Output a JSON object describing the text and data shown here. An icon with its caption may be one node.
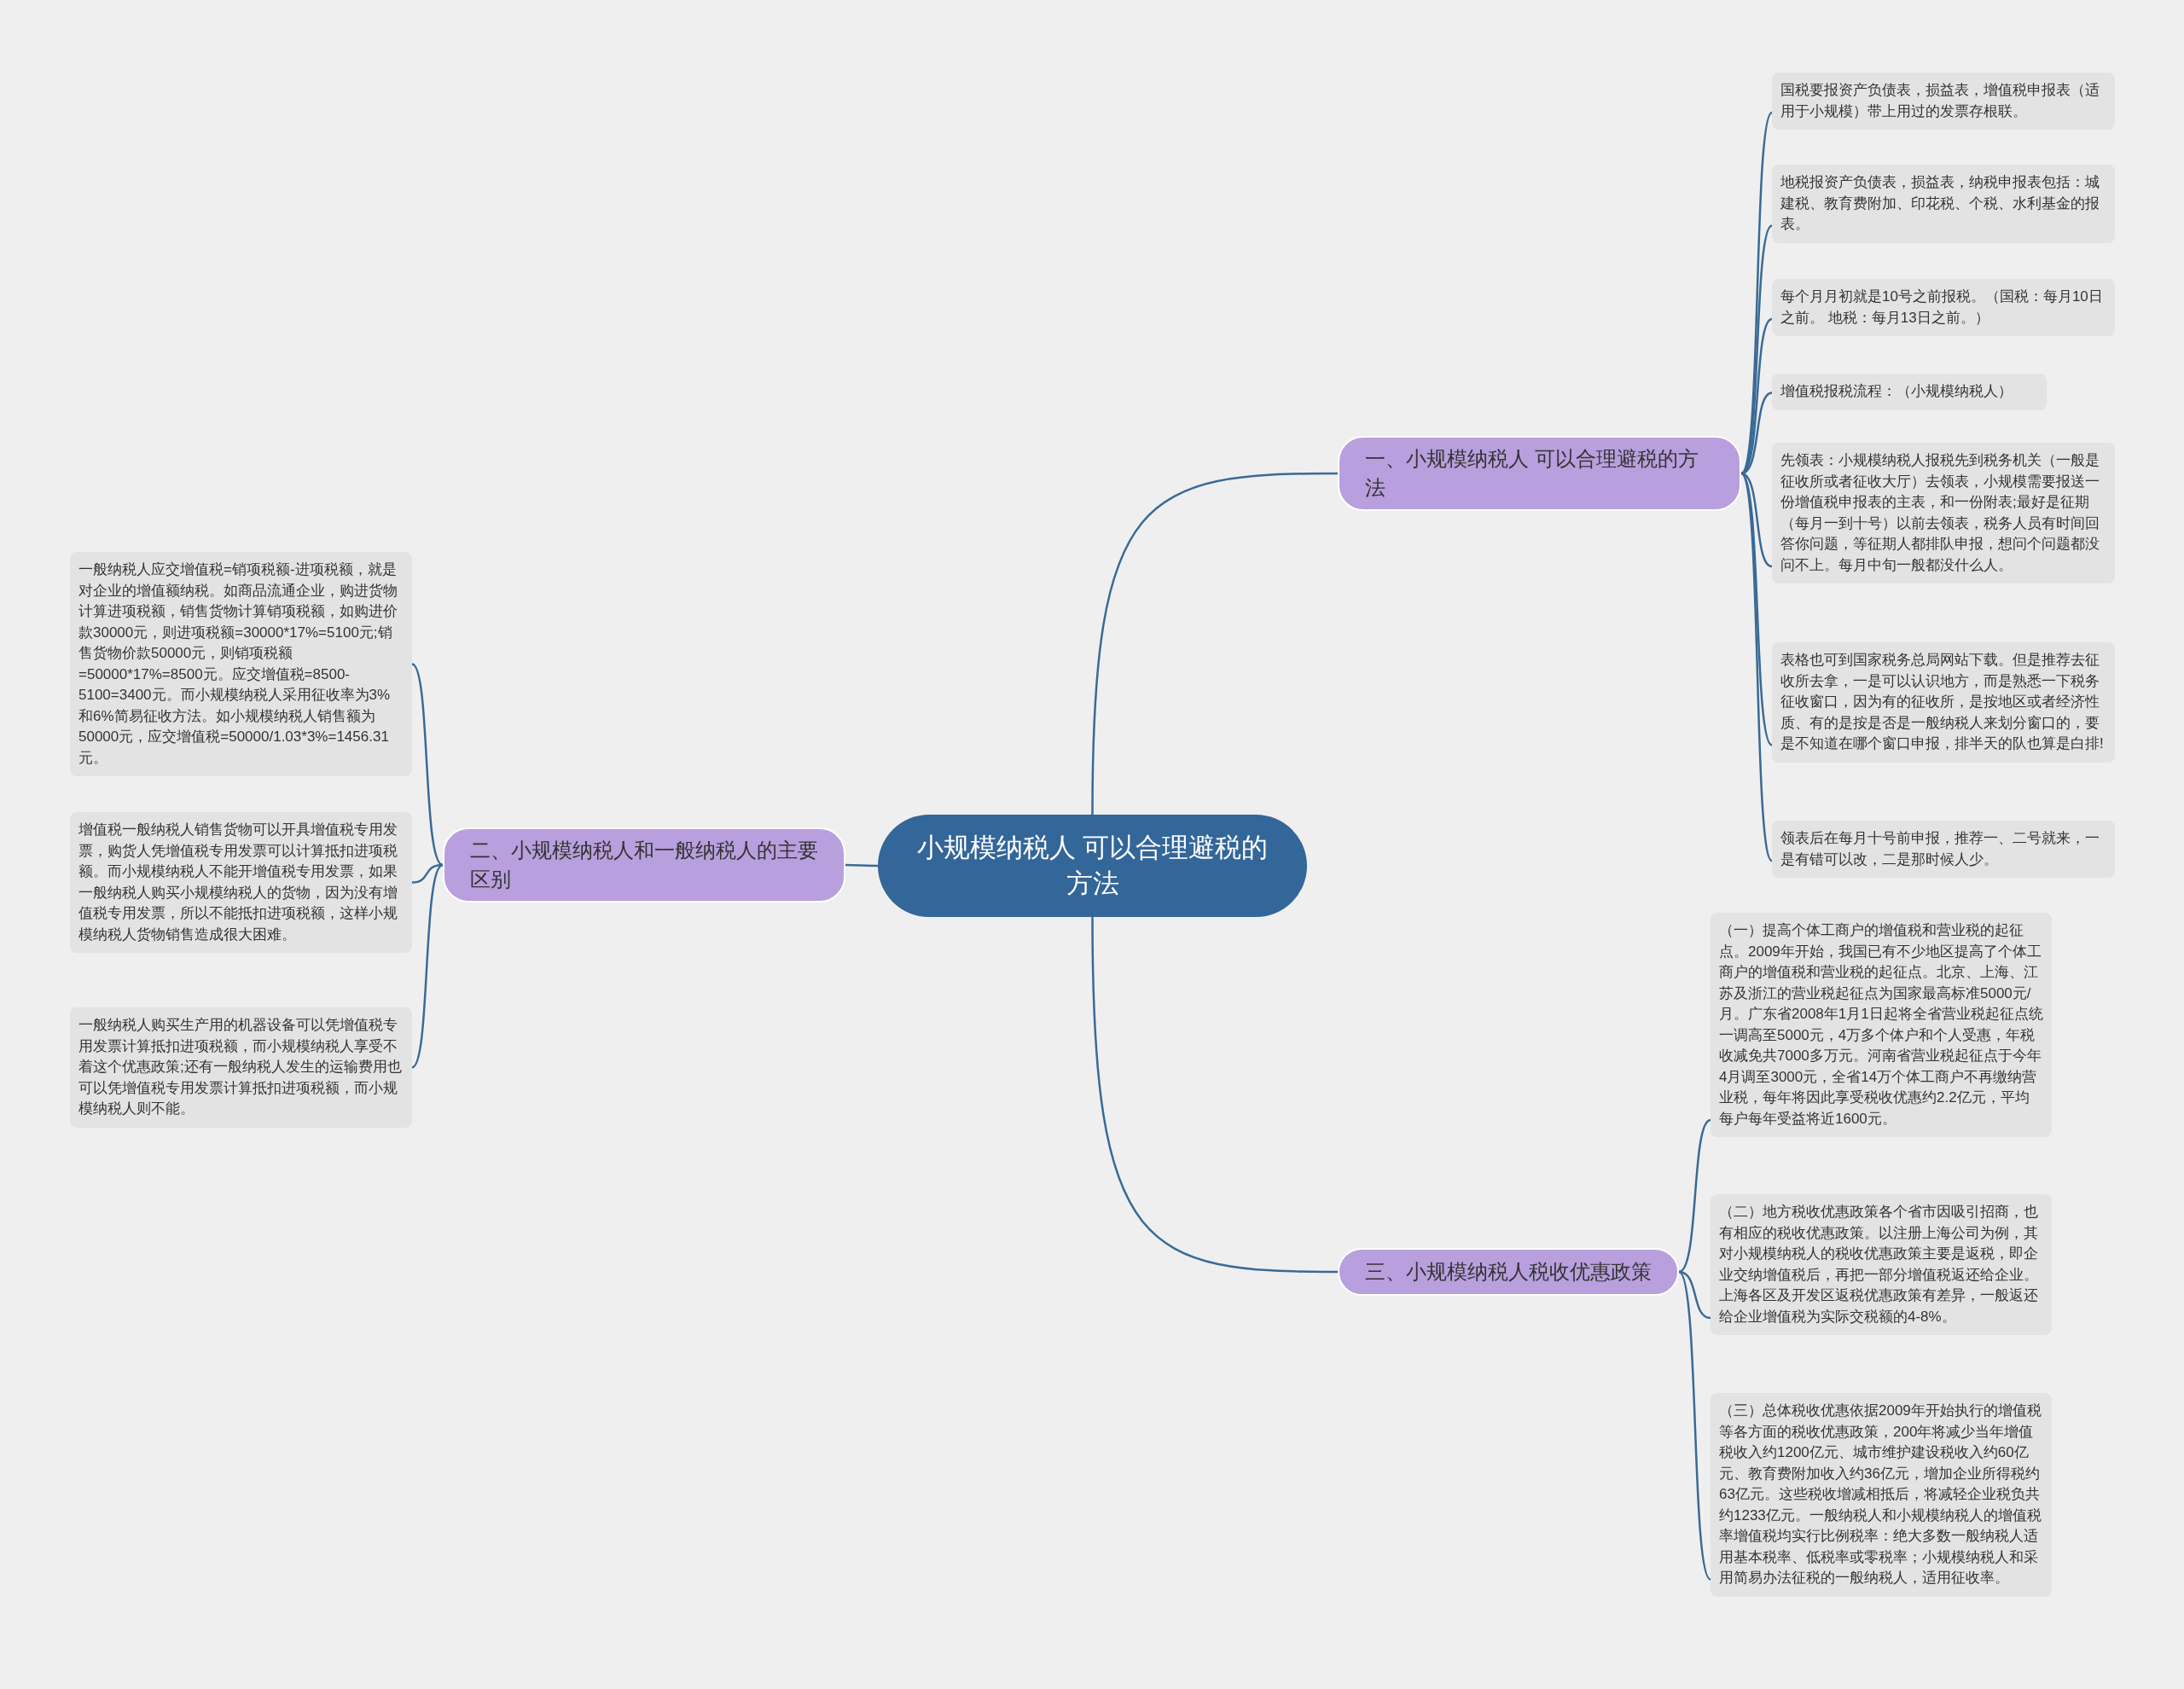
{
  "diagram": {
    "nodes": [
      {
        "text": [
          "小规模纳税人 可以合理避税的方法"
        ]
      },
      {
        "text": [
          "一、小规模纳税人 可以合理避税的方法"
        ]
      },
      {
        "text": [
          "国税要报资产负债表，损益表，增值税申报表（适用于小规模）带上用过的发票存根联。"
        ]
      },
      {
        "text": [
          "地税报资产负债表，损益表，纳税申报表包括：城建税、教育费附加、印花税、个税、水利基金的报表。"
        ]
      },
      {
        "text": [
          "每个月月初就是10号之前报税。（国税：每月10日之前。 地税：每月13日之前。）"
        ]
      },
      {
        "text": [
          "增值税报税流程：（小规模纳税人）"
        ]
      },
      {
        "text": [
          "先领表：小规模纳税人报税先到税务机关（一般是征收所或者征收大厅）去领表，小规模需要报送一份增值税申报表的主表，和一份附表;最好是征期（每月一到十号）以前去领表，税务人员有时间回答你问题，等征期人都排队申报，想问个问题都没问不上。每月中旬一般都没什么人。"
        ]
      },
      {
        "text": [
          "表格也可到国家税务总局网站下载。但是推荐去征收所去拿，一是可以认识地方，而是熟悉一下税务征收窗口，因为有的征收所，是按地区或者经济性质、有的是按是否是一般纳税人来划分窗口的，要是不知道在哪个窗口申报，排半天的队也算是白排!"
        ]
      },
      {
        "text": [
          "领表后在每月十号前申报，推荐一、二号就来，一是有错可以改，二是那时候人少。"
        ]
      },
      {
        "text": [
          "二、小规模纳税人和一般纳税人的主要区别"
        ]
      },
      {
        "text": [
          "一般纳税人应交增值税=销项税额-进项税额，就是对企业的增值额纳税。如商品流通企业，购进货物计算进项税额，销售货物计算销项税额，如购进价款30000元，则进项税额=30000*17%=5100元;销售货物价款50000元，则销项税额=50000*17%=8500元。应交增值税=8500-5100=3400元。而小规模纳税人采用征收率为3%和6%简易征收方法。如小规模纳税人销售额为50000元，应交增值税=50000/1.03*3%=1456.31元。"
        ]
      },
      {
        "text": [
          "增值税一般纳税人销售货物可以开具增值税专用发票，购货人凭增值税专用发票可以计算抵扣进项税额。而小规模纳税人不能开增值税专用发票，如果一般纳税人购买小规模纳税人的货物，因为没有增值税专用发票，所以不能抵扣进项税额，这样小规模纳税人货物销售造成很大困难。"
        ]
      },
      {
        "text": [
          "一般纳税人购买生产用的机器设备可以凭增值税专用发票计算抵扣进项税额，而小规模纳税人享受不着这个优惠政策;还有一般纳税人发生的运输费用也可以凭增值税专用发票计算抵扣进项税额，而小规模纳税人则不能。"
        ]
      },
      {
        "text": [
          "三、小规模纳税人税收优惠政策"
        ]
      },
      {
        "text": [
          "（一）提高个体工商户的增值税和营业税的起征点。2009年开始，我国已有不少地区提高了个体工商户的增值税和营业税的起征点。北京、上海、江苏及浙江的营业税起征点为国家最高标准5000元/月。广东省2008年1月1日起将全省营业税起征点统一调高至5000元，4万多个体户和个人受惠，年税收减免共7000多万元。河南省营业税起征点于今年4月调至3000元，全省14万个体工商户不再缴纳营业税，每年将因此享受税收优惠约2.2亿元，平均每户每年受益将近1600元。"
        ]
      },
      {
        "text": [
          "（二）地方税收优惠政策各个省市因吸引招商，也有相应的税收优惠政策。以注册上海公司为例，其对小规模纳税人的税收优惠政策主要是返税，即企业交纳增值税后，再把一部分增值税返还给企业。上海各区及开发区返税优惠政策有差异，一般返还给企业增值税为实际交税额的4-8%。"
        ]
      },
      {
        "text": [
          "（三）总体税收优惠依据2009年开始执行的增值税等各方面的税收优惠政策，200年将减少当年增值税收入约1200亿元、城市维护建设税收入约60亿元、教育费附加收入约36亿元，增加企业所得税约63亿元。这些税收增减相抵后，将减轻企业税负共约1233亿元。一般纳税人和小规模纳税人的增值税率增值税均实行比例税率：绝大多数一般纳税人适用基本税率、低税率或零税率；小规模纳税人和采用简易办法征税的一般纳税人，适用征收率。"
        ]
      }
    ],
    "edges": [
      {
        "from": 0,
        "to": 1,
        "arrow": "none"
      },
      {
        "from": 1,
        "to": 2,
        "arrow": "none"
      },
      {
        "from": 1,
        "to": 3,
        "arrow": "none"
      },
      {
        "from": 1,
        "to": 4,
        "arrow": "none"
      },
      {
        "from": 1,
        "to": 5,
        "arrow": "none"
      },
      {
        "from": 1,
        "to": 6,
        "arrow": "none"
      },
      {
        "from": 1,
        "to": 7,
        "arrow": "none"
      },
      {
        "from": 1,
        "to": 8,
        "arrow": "none"
      },
      {
        "from": 0,
        "to": 9,
        "arrow": "none"
      },
      {
        "from": 9,
        "to": 10,
        "arrow": "none"
      },
      {
        "from": 9,
        "to": 11,
        "arrow": "none"
      },
      {
        "from": 9,
        "to": 12,
        "arrow": "none"
      },
      {
        "from": 0,
        "to": 13,
        "arrow": "none"
      },
      {
        "from": 13,
        "to": 14,
        "arrow": "none"
      },
      {
        "from": 13,
        "to": 15,
        "arrow": "none"
      },
      {
        "from": 13,
        "to": 16,
        "arrow": "none"
      }
    ]
  }
}
